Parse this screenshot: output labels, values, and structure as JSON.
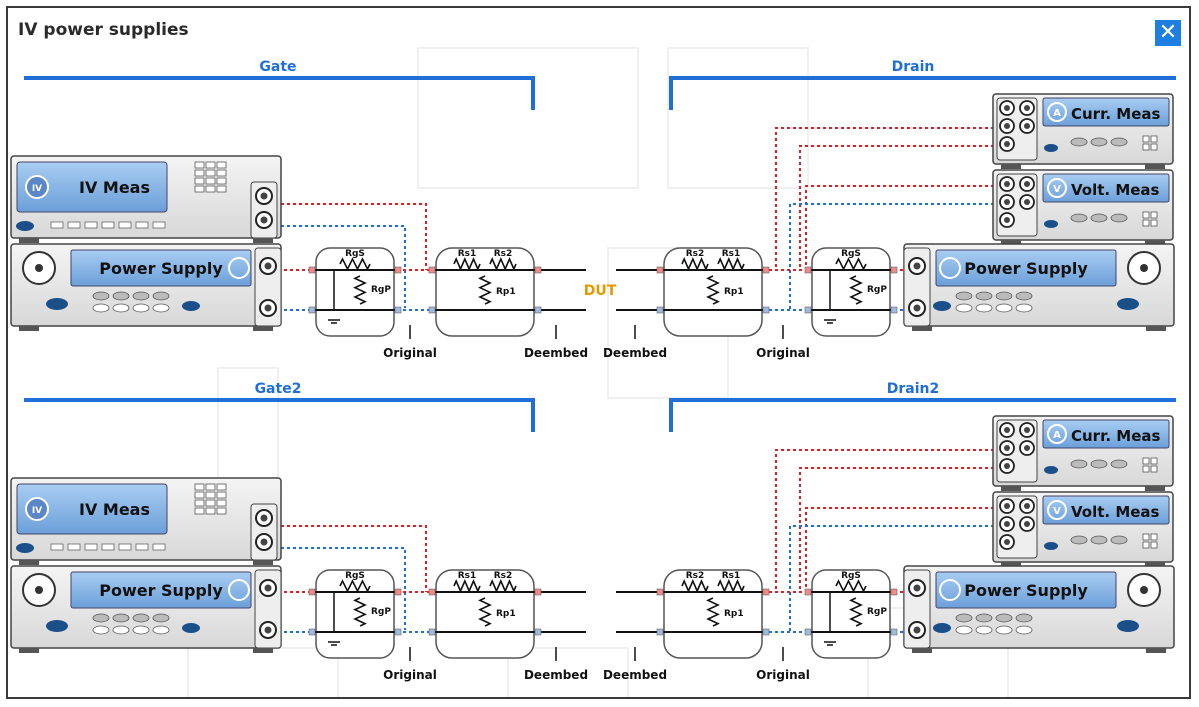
{
  "window": {
    "title": "IV power supplies",
    "close_glyph": "✕"
  },
  "instruments": {
    "iv_meas": "IV Meas",
    "power_supply": "Power Supply",
    "curr_meas": "Curr. Meas",
    "volt_meas": "Volt. Meas"
  },
  "network": {
    "rgs": "RgS",
    "rgp": "RgP",
    "rs1": "Rs1",
    "rs2": "Rs2",
    "rp1": "Rp1",
    "dut": "DUT",
    "original": "Original",
    "deembed": "Deembed"
  },
  "sections": [
    {
      "gate": "Gate",
      "drain": "Drain",
      "show_dut": true
    },
    {
      "gate": "Gate2",
      "drain": "Drain2",
      "show_dut": false
    }
  ],
  "colors": {
    "accent": "#1f6fd6",
    "wire_red": "#e02020",
    "wire_blue": "#1f6fd6",
    "dut": "#e39a00",
    "panel_blue": "#7fb0e6"
  },
  "icons": [
    "close-icon",
    "iv-meas-icon",
    "power-icon",
    "ammeter-icon",
    "voltmeter-icon",
    "knob-icon",
    "resistor-icon"
  ]
}
